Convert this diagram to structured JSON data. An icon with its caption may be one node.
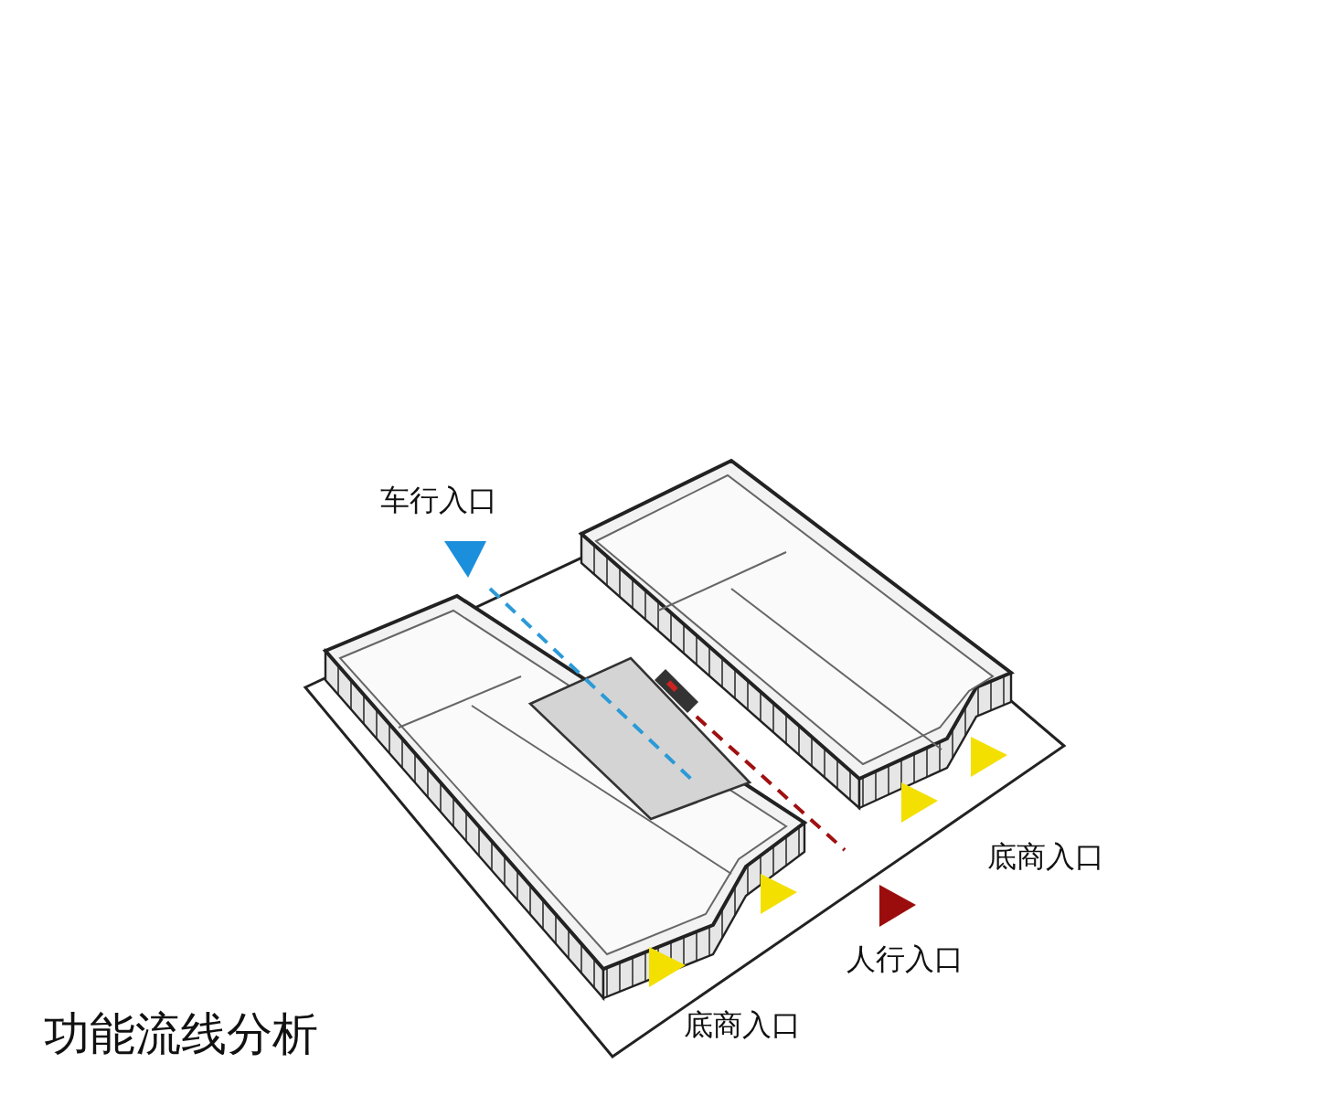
{
  "diagram": {
    "title": "功能流线分析",
    "labels": [
      "车行入口",
      "底商入口",
      "人行入口",
      "底商入口"
    ]
  }
}
